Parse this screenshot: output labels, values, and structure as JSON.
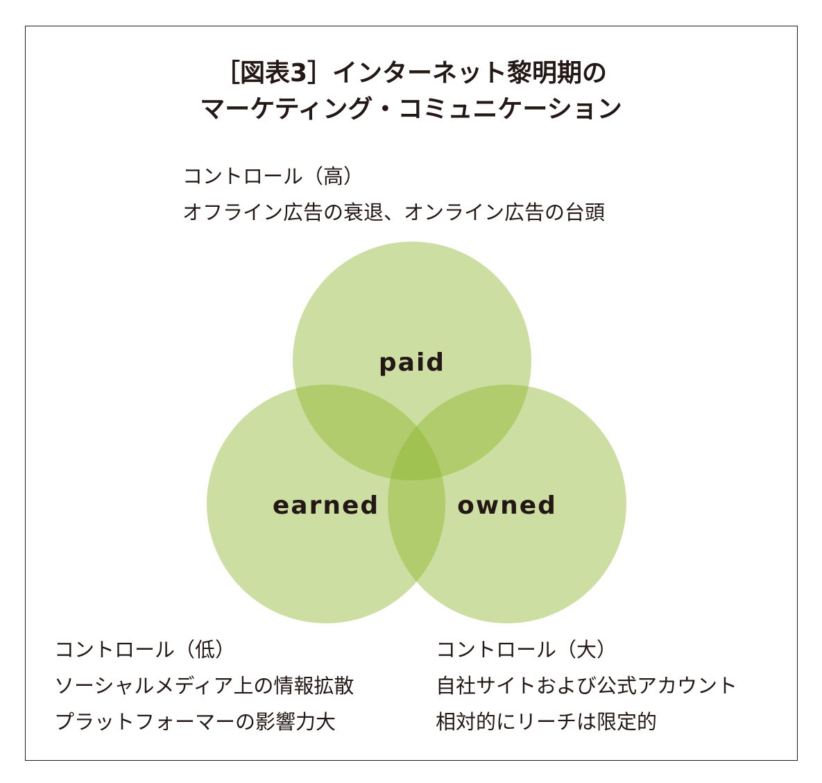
{
  "title": {
    "line1": "［図表3］インターネット黎明期の",
    "line2": "マーケティング・コミュニケーション"
  },
  "captions": {
    "paid": {
      "line1": "コントロール（高）",
      "line2": "オフライン広告の衰退、オンライン広告の台頭"
    },
    "earned": {
      "line1": "コントロール（低）",
      "line2": "ソーシャルメディア上の情報拡散",
      "line3": "プラットフォーマーの影響力大"
    },
    "owned": {
      "line1": "コントロール（大）",
      "line2": "自社サイトおよび公式アカウント",
      "line3": "相対的にリーチは限定的"
    }
  },
  "venn": {
    "circles": [
      {
        "key": "paid",
        "label": "paid"
      },
      {
        "key": "earned",
        "label": "earned"
      },
      {
        "key": "owned",
        "label": "owned"
      }
    ],
    "fill_color": "#8fb52e",
    "fill_opacity": 0.45
  }
}
